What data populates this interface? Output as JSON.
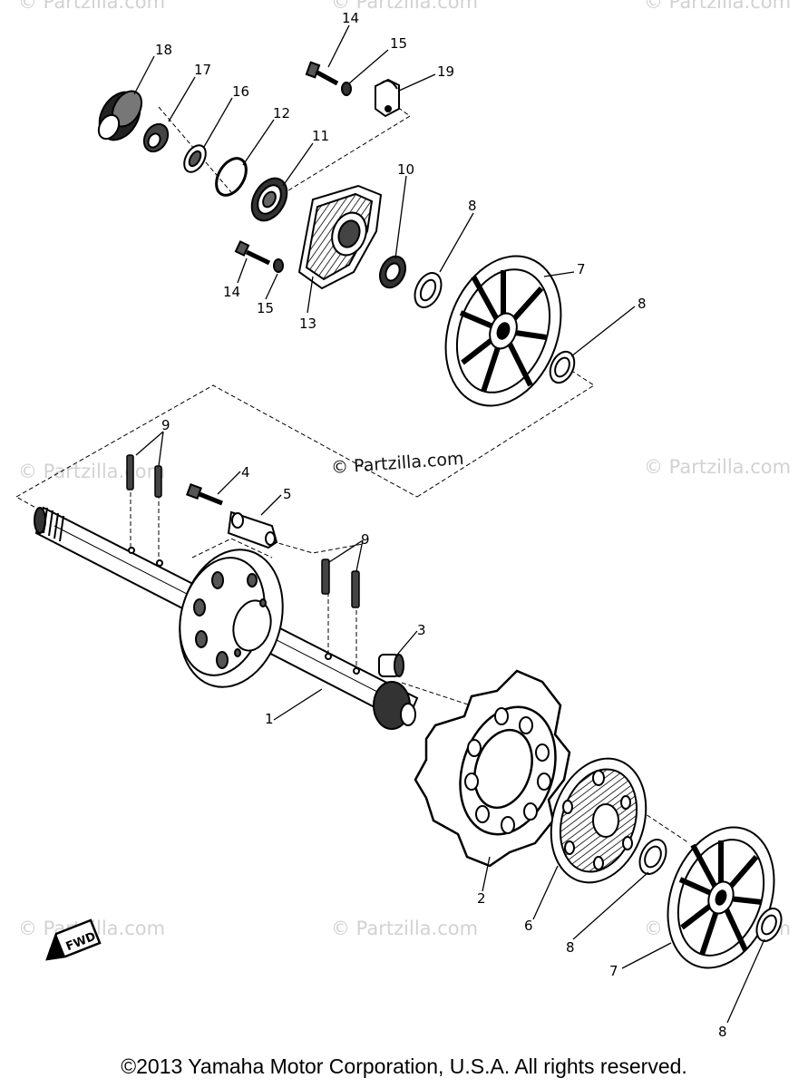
{
  "watermarks": {
    "top_left": "© Partzilla.com",
    "top_center": "© Partzilla.com",
    "top_right": "© Partzilla.com",
    "mid_left": "© Partzilla.com",
    "mid_center": "© Partzilla.com",
    "mid_right": "© Partzilla.com",
    "low_left": "© Partzilla.com",
    "low_center": "© Partzilla.com",
    "low_right": "© Partzilla.com"
  },
  "labels": {
    "p1": "1",
    "p2": "2",
    "p3": "3",
    "p4": "4",
    "p5": "5",
    "p6": "6",
    "p7_top": "7",
    "p7_bottom": "7",
    "p8_a": "8",
    "p8_b": "8",
    "p8_c": "8",
    "p8_d": "8",
    "p9_left": "9",
    "p9_right": "9",
    "p10": "10",
    "p11": "11",
    "p12": "12",
    "p13": "13",
    "p14_top": "14",
    "p14_left": "14",
    "p15_top": "15",
    "p15_left": "15",
    "p16": "16",
    "p17": "17",
    "p18": "18",
    "p19": "19"
  },
  "fwd_marker": "FWD",
  "copyright": "©2013  Yamaha Motor Corporation, U.S.A. All rights reserved."
}
